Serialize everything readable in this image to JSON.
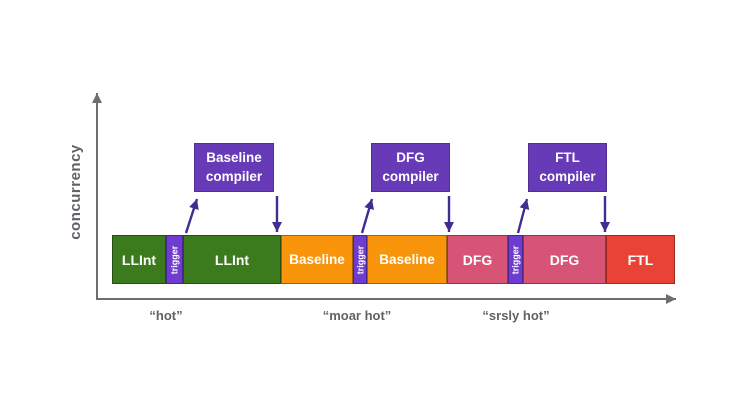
{
  "axes": {
    "y_label": "concurrency",
    "x_tick_labels": [
      "“hot”",
      "“moar hot”",
      "“srsly hot”"
    ]
  },
  "colors": {
    "green": "#3C7A1E",
    "orange": "#F9950B",
    "pink": "#D85477",
    "red": "#E84334",
    "purple_box": "#673AB7",
    "purple_trigger": "#6E3CCF",
    "arrow": "#3F2D91",
    "axis": "#6E6E6E",
    "label_gray": "#5F6368"
  },
  "bar": {
    "segments": [
      {
        "label": "LLInt",
        "color": "#3C7A1E"
      },
      {
        "label": "trigger",
        "color": "#6E3CCF"
      },
      {
        "label": "LLInt",
        "color": "#3C7A1E"
      },
      {
        "label": "Baseline",
        "color": "#F9950B"
      },
      {
        "label": "trigger",
        "color": "#6E3CCF"
      },
      {
        "label": "Baseline",
        "color": "#F9950B"
      },
      {
        "label": "DFG",
        "color": "#D85477"
      },
      {
        "label": "trigger",
        "color": "#6E3CCF"
      },
      {
        "label": "DFG",
        "color": "#D85477"
      },
      {
        "label": "FTL",
        "color": "#E84334"
      }
    ]
  },
  "compiler_boxes": [
    {
      "label": "Baseline compiler"
    },
    {
      "label": "DFG compiler"
    },
    {
      "label": "FTL compiler"
    }
  ]
}
